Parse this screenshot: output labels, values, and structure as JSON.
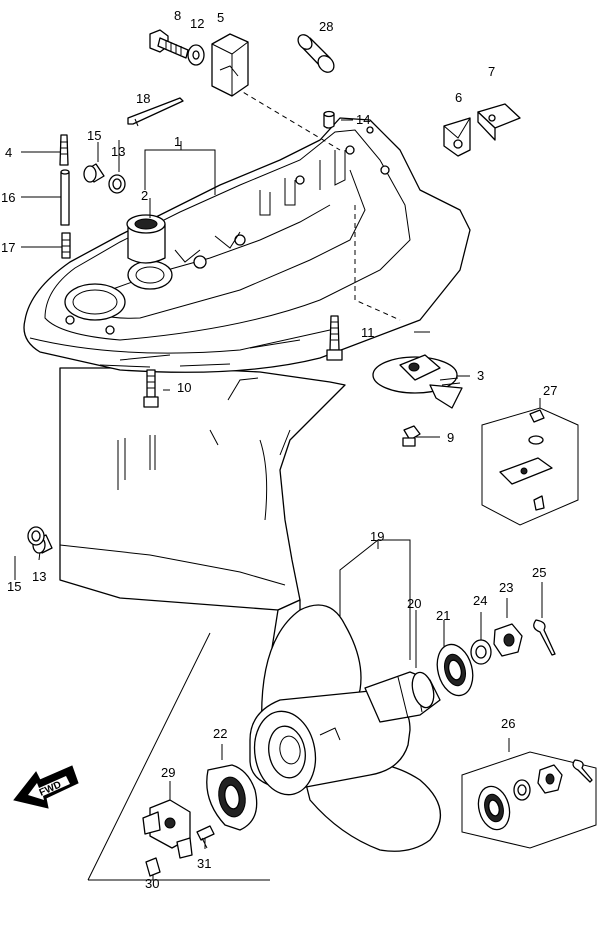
{
  "diagram": {
    "fwd_label": "FWD",
    "callouts": {
      "c1": "1",
      "c2": "2",
      "c3": "3",
      "c4": "4",
      "c5": "5",
      "c6": "6",
      "c7": "7",
      "c8": "8",
      "c9": "9",
      "c10": "10",
      "c11": "11",
      "c12": "12",
      "c13a": "13",
      "c13b": "13",
      "c14": "14",
      "c15a": "15",
      "c15b": "15",
      "c16": "16",
      "c17": "17",
      "c18": "18",
      "c19": "19",
      "c20": "20",
      "c21": "21",
      "c22": "22",
      "c23": "23",
      "c24": "24",
      "c25": "25",
      "c26": "26",
      "c27": "27",
      "c28": "28",
      "c29": "29",
      "c30": "30",
      "c31": "31"
    }
  }
}
